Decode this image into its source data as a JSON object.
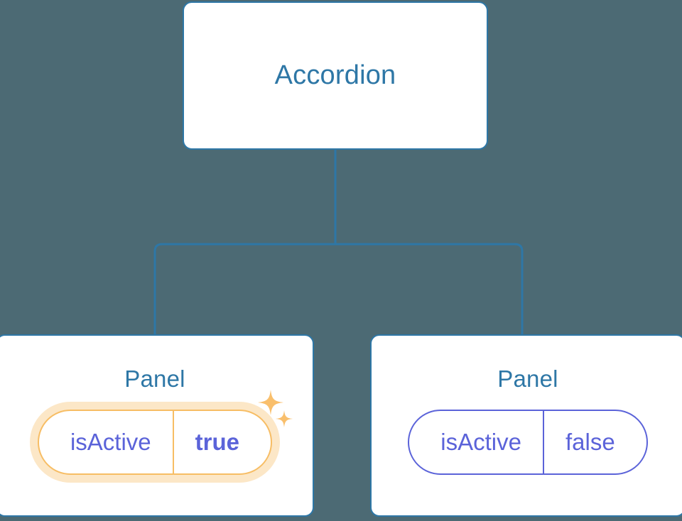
{
  "canvas": {
    "background_color": "#4c6a74",
    "edge_color": "#2e77a6",
    "node_border_color": "#2e77a6",
    "node_fill_color": "#ffffff",
    "title_color": "#2e77a6",
    "prop_color": "#5b63d9",
    "highlight_color": "#f7bd64",
    "highlight_glow_color": "#fbdfb0"
  },
  "tree": {
    "root": {
      "title": "Accordion"
    },
    "children": [
      {
        "title": "Panel",
        "highlighted": true,
        "prop": {
          "key": "isActive",
          "value": "true"
        },
        "sparkle_icons": [
          "sparkle-large-icon",
          "sparkle-small-icon"
        ]
      },
      {
        "title": "Panel",
        "highlighted": false,
        "prop": {
          "key": "isActive",
          "value": "false"
        }
      }
    ]
  }
}
